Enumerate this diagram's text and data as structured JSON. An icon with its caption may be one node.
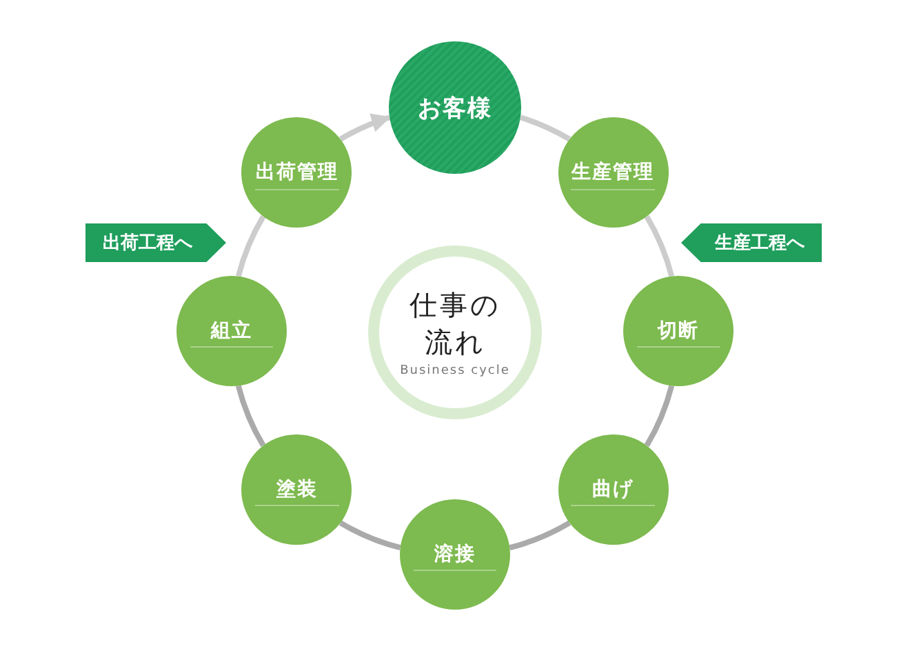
{
  "diagram": {
    "nodes": [
      {
        "text": [
          "お客様"
        ]
      },
      {
        "text": [
          "生産管理"
        ]
      },
      {
        "text": [
          "切断"
        ]
      },
      {
        "text": [
          "曲げ"
        ]
      },
      {
        "text": [
          "溶接"
        ]
      },
      {
        "text": [
          "塗装"
        ]
      },
      {
        "text": [
          "組立"
        ]
      },
      {
        "text": [
          "出荷管理"
        ]
      },
      {
        "text": [
          "仕事の流れ",
          "Business cycle"
        ]
      },
      {
        "text": [
          "出荷工程へ"
        ]
      },
      {
        "text": [
          "生産工程へ"
        ]
      }
    ],
    "edges": [
      {
        "from": 0,
        "to": 1,
        "arrow": "none",
        "color": "#cccccc"
      },
      {
        "from": 1,
        "to": 2,
        "arrow": "none",
        "color": "#cccccc"
      },
      {
        "from": 2,
        "to": 3,
        "arrow": "none"
      },
      {
        "from": 3,
        "to": 4,
        "arrow": "none"
      },
      {
        "from": 4,
        "to": 5,
        "arrow": "none"
      },
      {
        "from": 5,
        "to": 6,
        "arrow": "none"
      },
      {
        "from": 6,
        "to": 7,
        "arrow": "none",
        "color": "#cccccc"
      },
      {
        "from": 7,
        "to": 0,
        "arrow": "to",
        "color": "#cccccc"
      }
    ]
  }
}
